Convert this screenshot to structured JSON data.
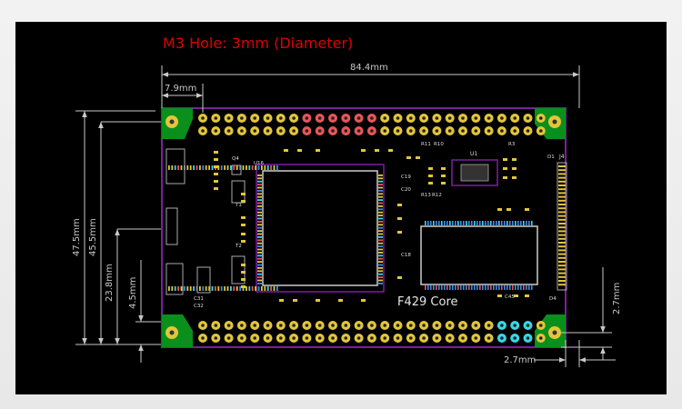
{
  "title": "M3 Hole: 3mm (Diameter)",
  "title_color": "#e00000",
  "dimension_color": "#c8c8c8",
  "board_outline_color": "#7a1fa0",
  "pad_green": "#0a8f1d",
  "pad_yellow": "#e2c63a",
  "pad_red": "#e8555a",
  "pad_cyan": "#35d8e8",
  "dims": {
    "width": "84.4mm",
    "hole_offset_x": "7.9mm",
    "height_total": "47.5mm",
    "height_holes": "45.5mm",
    "height_mid": "23.8mm",
    "height_low": "4.5mm",
    "edge_right": "2.7mm",
    "edge_bottom": "2.7mm"
  },
  "board_label": "F429 Core",
  "components": {
    "u1": "U1",
    "j4": "J4",
    "d1": "D1",
    "d4": "D4",
    "q4": "Q4",
    "u16": "U16",
    "t1": "T1",
    "t2": "T2",
    "r3": "R3",
    "r11": "R11",
    "r10": "R10",
    "r13": "R13",
    "r12": "R12",
    "c19": "C19",
    "c20": "C20",
    "c18": "C18",
    "c45": "C45",
    "c31": "C31",
    "c32": "C32"
  }
}
